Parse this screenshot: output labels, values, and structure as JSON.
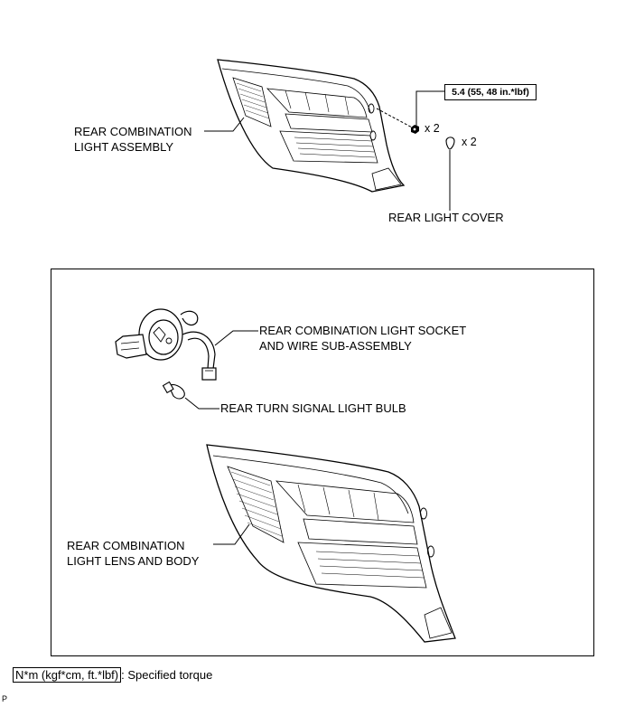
{
  "labels": {
    "assembly_line1": "REAR COMBINATION",
    "assembly_line2": "LIGHT ASSEMBLY",
    "torque": "5.4 (55, 48 in.*lbf)",
    "nut_qty": "x 2",
    "cover_qty": "x 2",
    "rear_light_cover": "REAR LIGHT COVER",
    "socket_line1": "REAR COMBINATION LIGHT SOCKET",
    "socket_line2": "AND WIRE SUB-ASSEMBLY",
    "bulb": "REAR TURN SIGNAL LIGHT BULB",
    "lens_line1": "REAR COMBINATION",
    "lens_line2": "LIGHT LENS AND BODY"
  },
  "legend": {
    "unit": "N*m (kgf*cm, ft.*lbf)",
    "text": ": Specified torque"
  },
  "footer": "P"
}
